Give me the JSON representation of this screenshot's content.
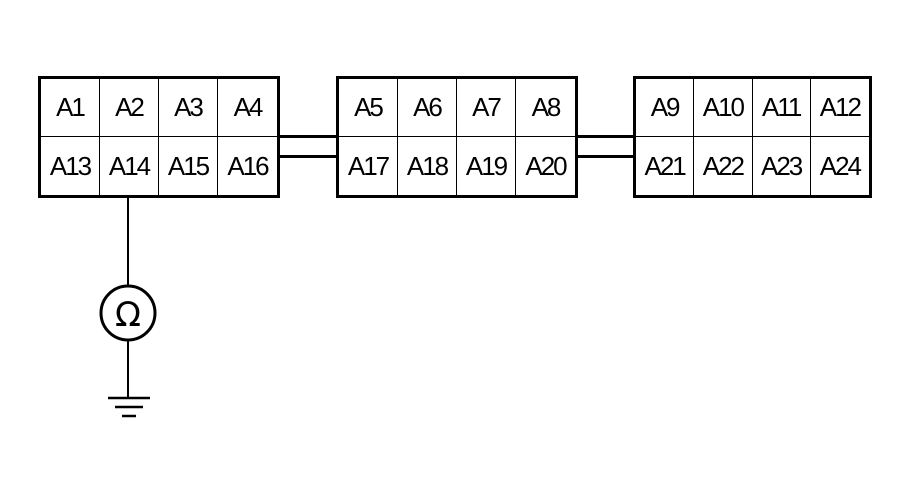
{
  "connectors": [
    {
      "pins": [
        "A1",
        "A2",
        "A3",
        "A4",
        "A13",
        "A14",
        "A15",
        "A16"
      ]
    },
    {
      "pins": [
        "A5",
        "A6",
        "A7",
        "A8",
        "A17",
        "A18",
        "A19",
        "A20"
      ]
    },
    {
      "pins": [
        "A9",
        "A10",
        "A11",
        "A12",
        "A21",
        "A22",
        "A23",
        "A24"
      ]
    }
  ],
  "meter": {
    "symbol": "Ω",
    "icon": "ohmmeter-icon"
  },
  "ground": {
    "icon": "ground-icon"
  }
}
